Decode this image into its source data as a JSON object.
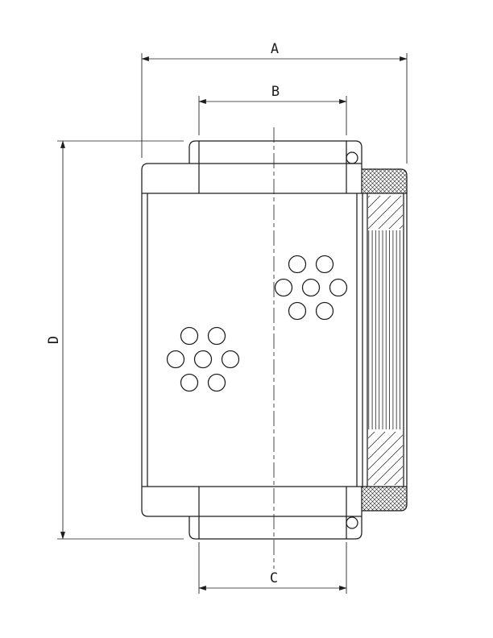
{
  "drawing": {
    "colors": {
      "bg": "#ffffff",
      "line": "#1c1c1c"
    },
    "labels": {
      "dim_a": "A",
      "dim_b": "B",
      "dim_c": "C",
      "dim_d": "D"
    }
  }
}
